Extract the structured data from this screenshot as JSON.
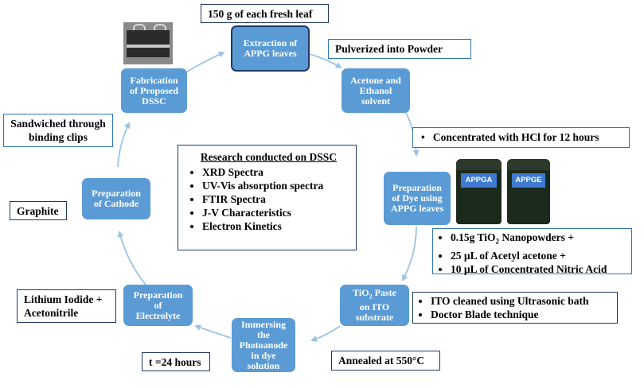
{
  "steps": {
    "extraction": [
      "Extraction of",
      "APPG leaves"
    ],
    "solvent": [
      "Acetone and",
      "Ethanol",
      "solvent"
    ],
    "dye": [
      "Preparation",
      "of Dye using",
      "APPG leaves"
    ],
    "tio2_paste": {
      "line1_pre": "TiO",
      "line1_sub": "2",
      "line1_post": " Paste",
      "line2": "on ITO",
      "line3": "substrate"
    },
    "immersing": [
      "Immersing",
      "the",
      "Photoanode",
      "in dye",
      "solution"
    ],
    "electrolyte": [
      "Preparation",
      "of",
      "Electrolyte"
    ],
    "cathode": [
      "Preparation",
      "of Cathode"
    ],
    "fabrication": [
      "Fabrication",
      "of Proposed",
      "DSSC"
    ]
  },
  "notes": {
    "fresh_leaf": "150 g of each fresh leaf",
    "pulverized": "Pulverized into Powder",
    "concentrated": "Concentrated with HCl for 12 hours",
    "tio2_items": [
      {
        "pre": "0.15g TiO",
        "sub": "2",
        "post": " Nanopowders +"
      },
      {
        "pre": "25 µL of Acetyl acetone +",
        "sub": "",
        "post": ""
      },
      {
        "pre": "10 µL of Concentrated Nitric Acid",
        "sub": "",
        "post": ""
      }
    ],
    "ito_items": [
      "ITO cleaned using Ultrasonic bath",
      "Doctor Blade technique"
    ],
    "annealed": "Annealed at 550°C",
    "time": "t =24 hours",
    "lithium": [
      "Lithium Iodide +",
      "Acetonitrile"
    ],
    "graphite": "Graphite",
    "sandwiched": [
      "Sandwiched through",
      "binding clips"
    ]
  },
  "research": {
    "title": "Research conducted on DSSC",
    "items": [
      "XRD Spectra",
      "UV-Vis absorption spectra",
      "FTIR Spectra",
      "J-V Characteristics",
      "Electron Kinetics"
    ]
  },
  "jars": {
    "left_label": "APPGA",
    "right_label": "APPGE"
  },
  "colors": {
    "step_fill": "#5b9bd5",
    "note_border": "#2e75b6",
    "arrow": "#9dc3e6",
    "dark_border": "#1f3864"
  }
}
